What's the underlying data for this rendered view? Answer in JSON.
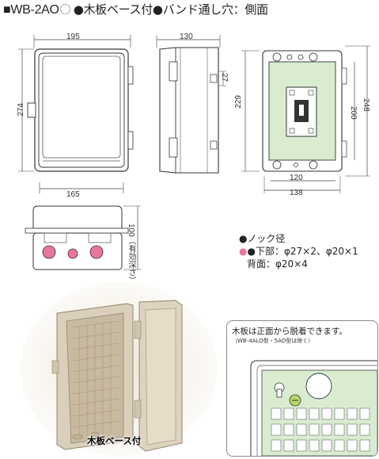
{
  "header": {
    "model": "■WB-2AO",
    "rest": "●木板ベース付●バンド通し穴：側面"
  },
  "dimensions": {
    "front_width": "195",
    "front_height": "274",
    "front_bottom": "165",
    "side_width": "130",
    "side_tab": "27",
    "back_left": "229",
    "back_inner_h": "200",
    "back_outer_h": "248",
    "back_inner_w": "120",
    "back_outer_w": "138",
    "bottom_depth": "100",
    "bottom_depth_note": "（有効深さ）"
  },
  "knockout": {
    "heading": "●ノック径",
    "line1": "●下部：φ27×2、φ20×1",
    "line2": "背面：φ20×4"
  },
  "callout": {
    "line1": "木板は正面から脱着できます。",
    "line2": "（WB-4ALO型・5AO型は除く）"
  },
  "photo_caption": "木板ベース付",
  "colors": {
    "green_board": "#d9ecd0",
    "pink_knock": "#e9779c",
    "box_beige": "#d9cfba"
  }
}
